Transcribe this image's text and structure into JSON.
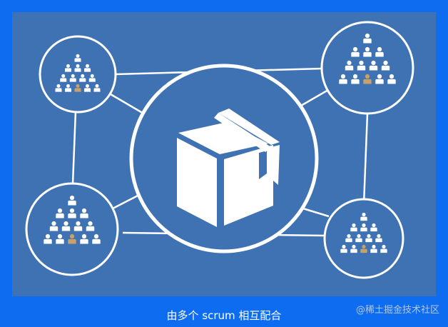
{
  "caption": "由多个 scrum 相互配合",
  "watermark": "@稀土掘金技术社区",
  "colors": {
    "outer_background": "#0e6cf0",
    "panel_background": "#3f72b3",
    "line": "#ffffff",
    "person": "#ffffff",
    "highlight_person": "#c9a06a"
  },
  "central_icon": "product-box-icon",
  "teams": [
    {
      "id": "top-left",
      "people_per_row": [
        1,
        3,
        4,
        5
      ],
      "highlight": [
        3,
        2
      ]
    },
    {
      "id": "top-right",
      "people_per_row": [
        1,
        3,
        4,
        5
      ],
      "highlight": [
        3,
        2
      ]
    },
    {
      "id": "bottom-left",
      "people_per_row": [
        1,
        3,
        4,
        5
      ],
      "highlight": [
        3,
        2
      ]
    },
    {
      "id": "bottom-right",
      "people_per_row": [
        1,
        3,
        4,
        5
      ],
      "highlight": [
        3,
        2
      ]
    }
  ]
}
